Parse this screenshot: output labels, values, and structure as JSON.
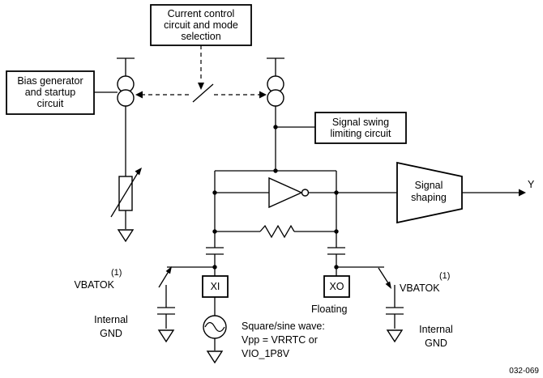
{
  "figure_id": "032-069",
  "blocks": {
    "current_control": {
      "line1": "Current control",
      "line2": "circuit and mode",
      "line3": "selection"
    },
    "bias_generator": {
      "line1": "Bias generator",
      "line2": "and startup",
      "line3": "circuit"
    },
    "signal_swing": {
      "line1": "Signal swing",
      "line2": "limiting circuit"
    },
    "signal_shaping": {
      "line1": "Signal",
      "line2": "shaping"
    }
  },
  "pins": {
    "xi": "XI",
    "xo": "XO"
  },
  "labels": {
    "output": "Y",
    "floating": "Floating",
    "vbatok": "VBATOK",
    "note_ref": "(1)",
    "internal_gnd_line1": "Internal",
    "internal_gnd_line2": "GND",
    "wave_line1": "Square/sine wave:",
    "wave_line2": "Vpp = VRRTC or",
    "wave_line3": "VIO_1P8V"
  },
  "colors": {
    "ink": "#000000",
    "background": "#ffffff"
  }
}
